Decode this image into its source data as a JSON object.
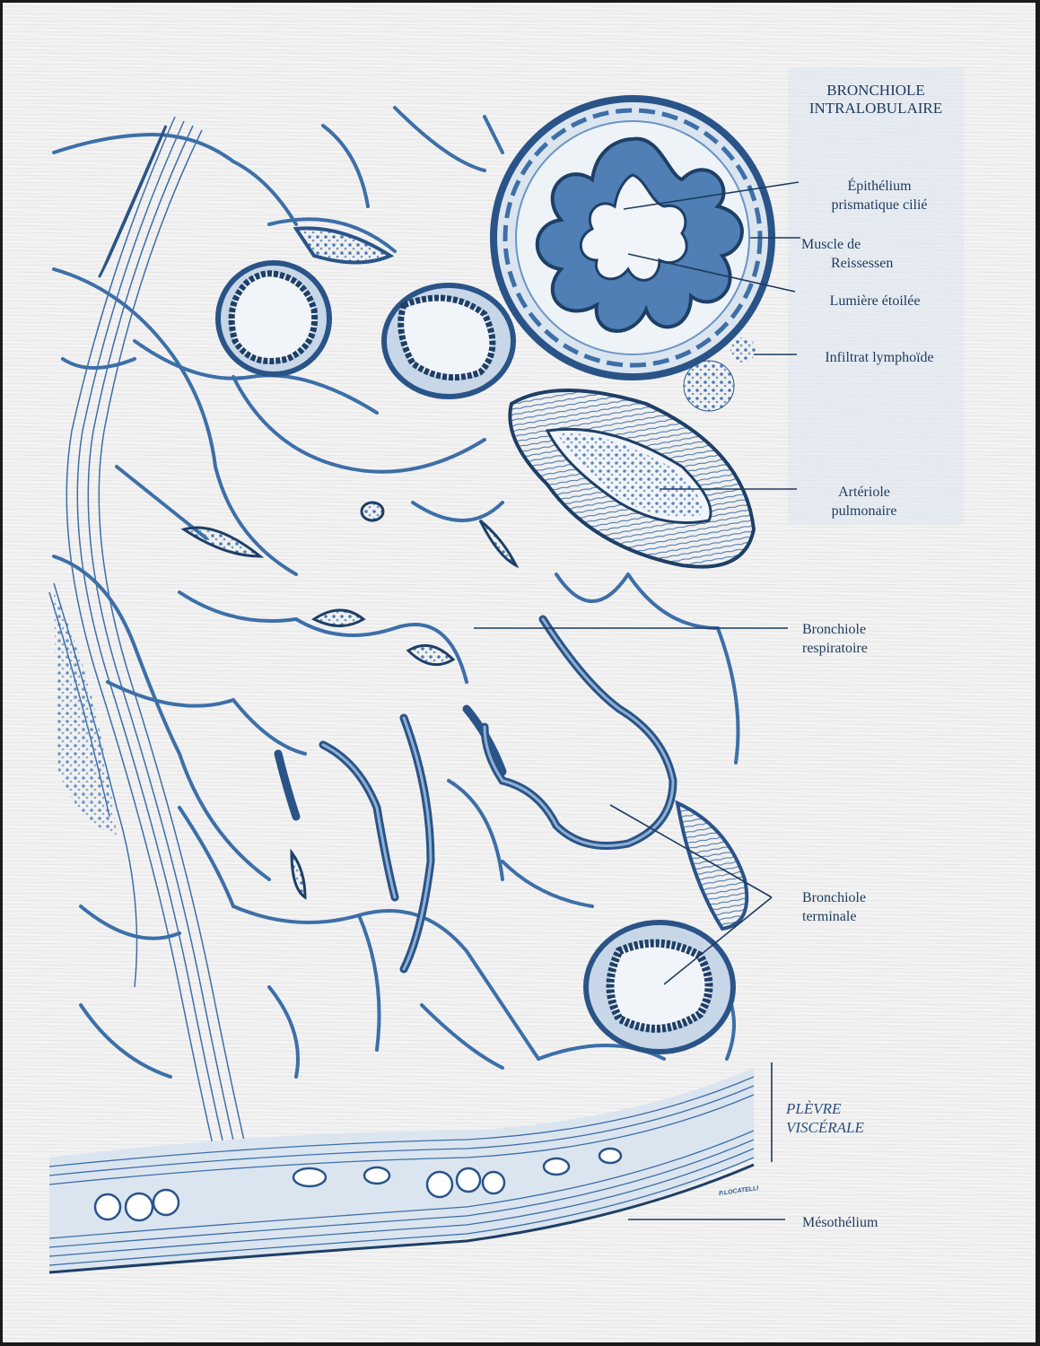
{
  "title": {
    "line1": "BRONCHIOLE",
    "line2": "INTRALOBULAIRE"
  },
  "labels": [
    {
      "id": "epithelium",
      "line1": "Épithélium",
      "line2": "prismatique cilié"
    },
    {
      "id": "muscle",
      "line1": "Muscle de",
      "line2": "Reissessen"
    },
    {
      "id": "lumiere",
      "line1": "Lumière étoilée"
    },
    {
      "id": "infiltrat",
      "line1": "Infiltrat lymphoïde"
    },
    {
      "id": "arteriole",
      "line1": "Artériole",
      "line2": "pulmonaire"
    },
    {
      "id": "bronchiole-respiratoire",
      "line1": "Bronchiole",
      "line2": "respiratoire"
    },
    {
      "id": "bronchiole-terminale",
      "line1": "Bronchiole",
      "line2": "terminale"
    },
    {
      "id": "mesothelium",
      "line1": "Mésothélium"
    }
  ],
  "plevre": {
    "line1": "PLÈVRE",
    "line2": "VISCÉRALE"
  },
  "signature": "P.LOCATELLI",
  "colors": {
    "ink": "#1d3a5c",
    "tissue": "#3d6fa8",
    "tissue_dark": "#1e3f66",
    "paper": "#f1f1f1",
    "panel": "#dce6f0"
  }
}
